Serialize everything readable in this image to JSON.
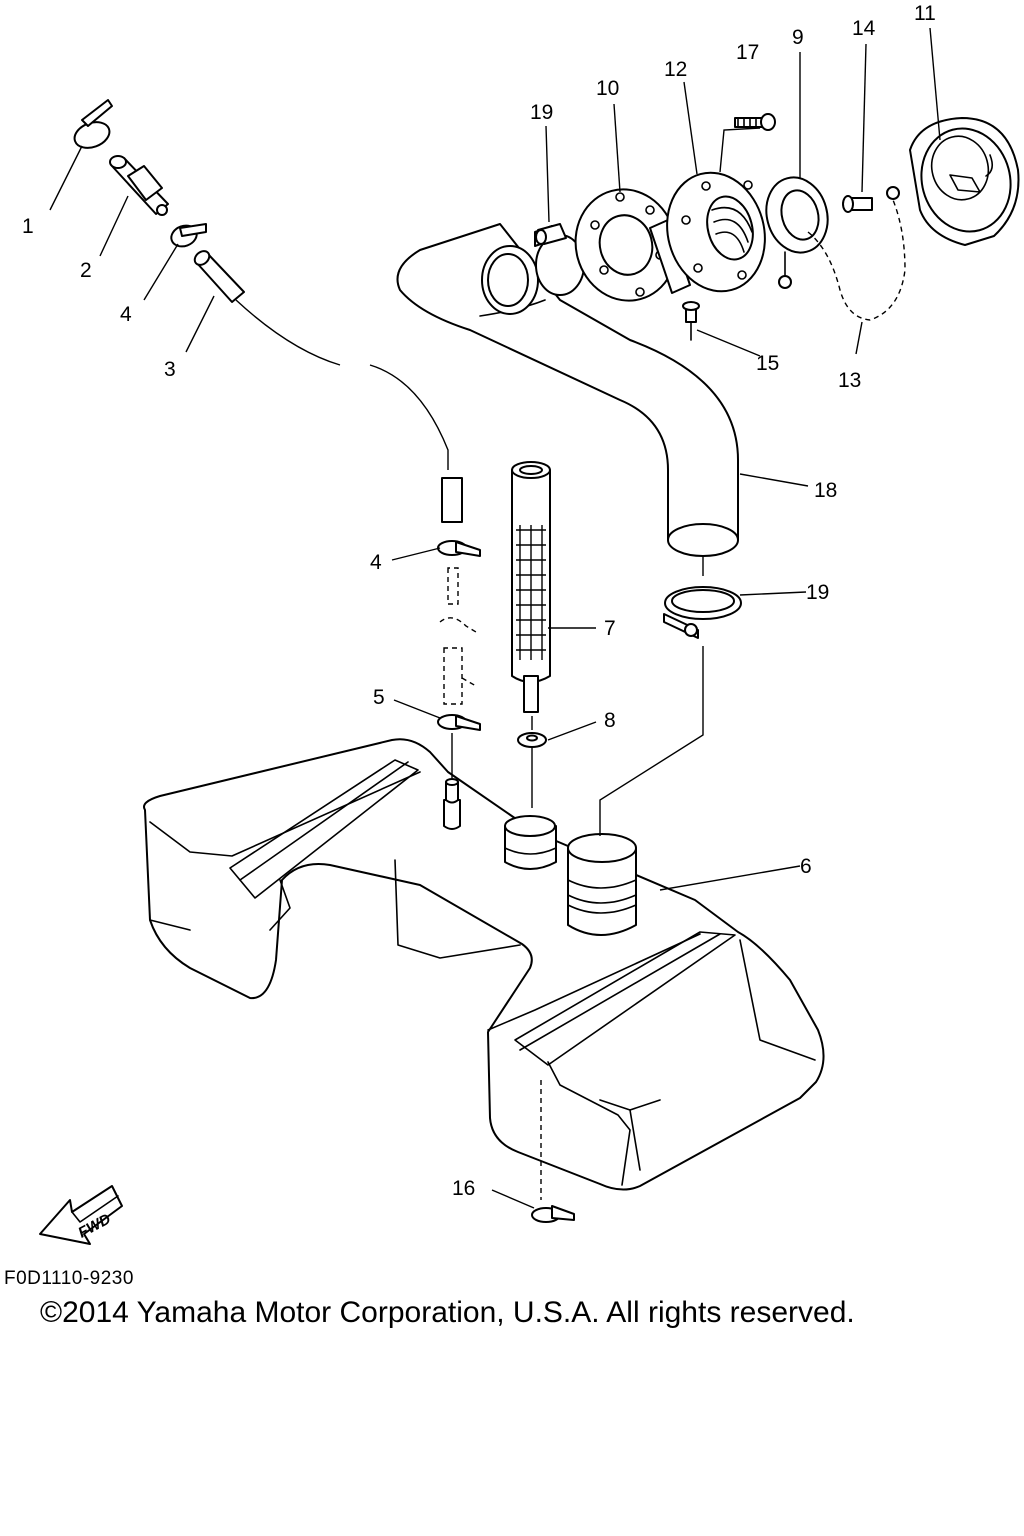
{
  "diagram": {
    "drawing_code": "F0D1110-9230",
    "copyright": "©2014 Yamaha Motor Corporation, U.S.A. All rights reserved.",
    "fwd_label": "FWD",
    "callouts": [
      "1",
      "2",
      "3",
      "4",
      "4",
      "5",
      "6",
      "7",
      "8",
      "9",
      "10",
      "11",
      "12",
      "13",
      "14",
      "15",
      "16",
      "17",
      "18",
      "19",
      "19"
    ]
  }
}
